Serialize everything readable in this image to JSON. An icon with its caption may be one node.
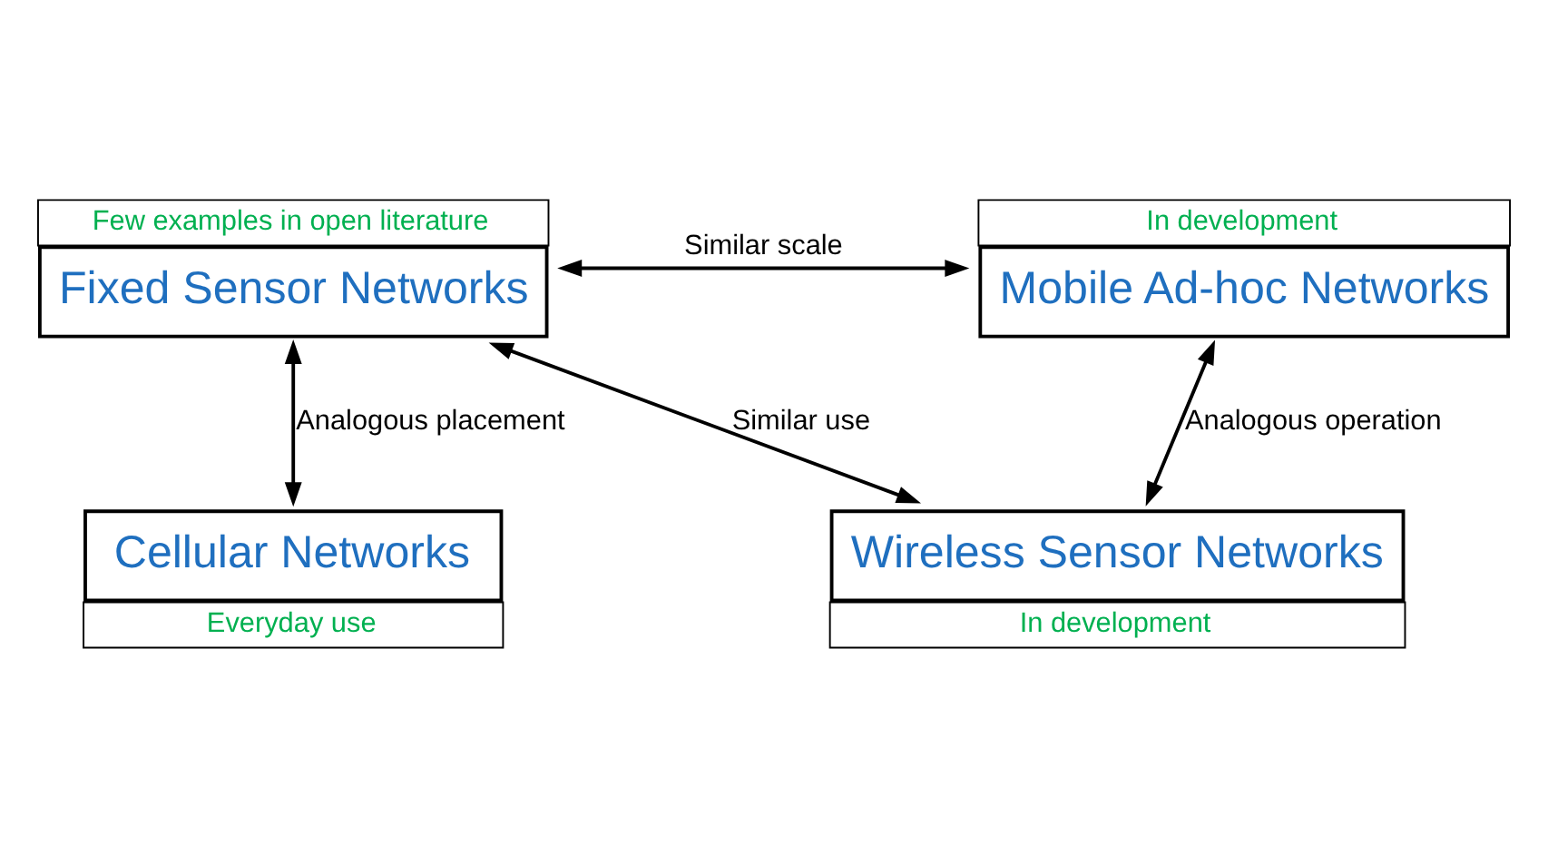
{
  "diagram": {
    "nodes": [
      {
        "text": [
          "Fixed Sensor Networks"
        ],
        "beside": [
          "Few examples in open literature"
        ]
      },
      {
        "text": [
          "Mobile Ad-hoc Networks"
        ],
        "beside": [
          "In development"
        ]
      },
      {
        "text": [
          "Cellular Networks"
        ],
        "beside": [
          "Everyday use"
        ]
      },
      {
        "text": [
          "Wireless Sensor Networks"
        ],
        "beside": [
          "In development"
        ]
      }
    ],
    "edges": [
      {
        "from": 0,
        "to": 1,
        "arrow": "both",
        "label": "Similar scale"
      },
      {
        "from": 0,
        "to": 2,
        "arrow": "both",
        "label": "Analogous placement"
      },
      {
        "from": 0,
        "to": 3,
        "arrow": "both",
        "label": "Similar use"
      },
      {
        "from": 1,
        "to": 3,
        "arrow": "both",
        "label": "Analogous operation"
      }
    ]
  }
}
